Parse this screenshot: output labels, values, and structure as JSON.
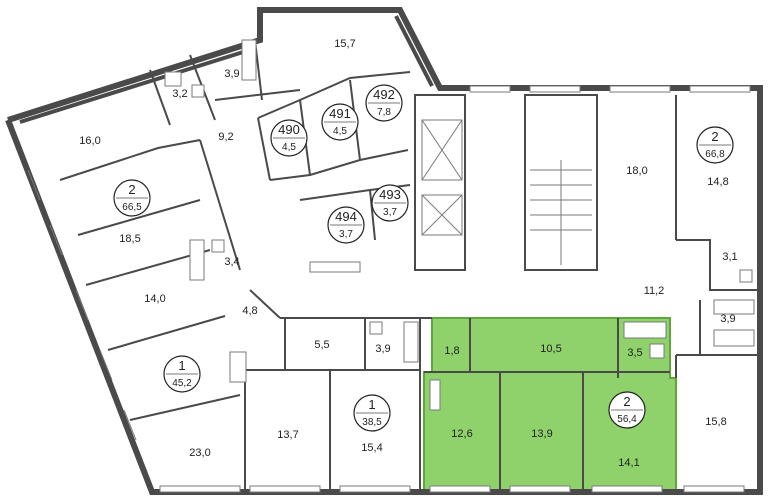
{
  "colors": {
    "wall": "#4a4a4a",
    "highlight_fill": "#8fd16a",
    "highlight_stroke": "#5fa63c",
    "background": "#ffffff"
  },
  "badges": [
    {
      "num": "2",
      "area": "66,5"
    },
    {
      "num": "1",
      "area": "45,2"
    },
    {
      "num": "1",
      "area": "38,5"
    },
    {
      "num": "2",
      "area": "56,4"
    },
    {
      "num": "2",
      "area": "66,8"
    },
    {
      "num": "490",
      "area": "4,5"
    },
    {
      "num": "491",
      "area": "4,5"
    },
    {
      "num": "492",
      "area": "7,8"
    },
    {
      "num": "493",
      "area": "3,7"
    },
    {
      "num": "494",
      "area": "3,7"
    }
  ],
  "room_areas": [
    "15,7",
    "3,9",
    "3,2",
    "16,0",
    "9,2",
    "18,5",
    "3,4",
    "14,0",
    "4,8",
    "23,0",
    "5,5",
    "3,9",
    "13,7",
    "15,4",
    "1,8",
    "10,5",
    "3,5",
    "12,6",
    "13,9",
    "14,1",
    "15,8",
    "18,0",
    "14,8",
    "3,1",
    "11,2",
    "3,9"
  ]
}
